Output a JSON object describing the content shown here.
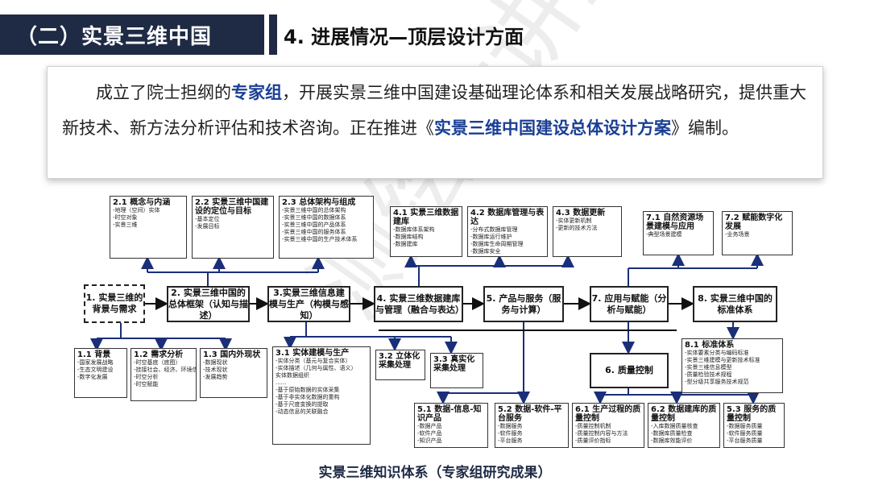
{
  "header": {
    "section": "（二）实景三维中国",
    "subtitle": "4. 进展情况—顶层设计方面"
  },
  "intro": {
    "p1": "成立了院士担纲的",
    "h1": "专家组",
    "p2": "，开展实景三维中国建设基础理论体系和相关发展战略研究，提供重大新技术、新方法分析评估和技术咨询。正在推进《",
    "h2": "实景三维中国建设总体设计方案",
    "p3": "》编制。"
  },
  "watermark": "测绘大讲堂",
  "main": [
    {
      "id": "m1",
      "label": "1. 实景三维的背景与需求"
    },
    {
      "id": "m2",
      "label": "2. 实景三维中国的总体框架（认知与描述）"
    },
    {
      "id": "m3",
      "label": "3.实景三维信息建模与生产（构模与感知）"
    },
    {
      "id": "m4",
      "label": "4. 实景三维数据建库与管理（融合与表达）"
    },
    {
      "id": "m5",
      "label": "5. 产品与服务（服务与计算）"
    },
    {
      "id": "m7",
      "label": "7. 应用与赋能（分析与赋能）"
    },
    {
      "id": "m8",
      "label": "8. 实景三维中国的标准体系"
    },
    {
      "id": "m6",
      "label": "6. 质量控制"
    }
  ],
  "top_boxes": [
    {
      "title": "2.1 概念与内涵",
      "items": [
        "-地理（空间）实体",
        "-时空对象",
        "-实景三维"
      ]
    },
    {
      "title": "2.2 实景三维中国建设的定位与目标",
      "items": [
        "-基本定位",
        "-发展目标"
      ]
    },
    {
      "title": "2.3 总体架构与组成",
      "items": [
        "-实景三维中国的总体架构",
        "-实景三维中国的数据体系",
        "-实景三维中国的产品体系",
        "-实景三维中国的服务体系",
        "-实景三维中国的生产技术体系"
      ]
    },
    {
      "title": "4.1 实景三维数据建库",
      "items": [
        "-数据库体系架构",
        "-数据库结构",
        "-数据建库"
      ]
    },
    {
      "title": "4.2 数据库管理与表达",
      "items": [
        "-分布式数据库管理",
        "-数据库运行维护",
        "-数据库生命周期管理",
        "-数据库安全"
      ]
    },
    {
      "title": "4.3 数据更新",
      "items": [
        "-实体更新机制",
        "-更新的技术方法"
      ]
    },
    {
      "title": "7.1 自然资源场景建模与应用",
      "items": [
        "-典型场景建模"
      ]
    },
    {
      "title": "7.2 赋能数字化发展",
      "items": [
        "-业务场景"
      ]
    }
  ],
  "bottom_boxes": [
    {
      "title": "1.1 背景",
      "items": [
        "-国家发展战略",
        "-生态文明建设",
        "-数字化发展"
      ]
    },
    {
      "title": "1.2 需求分析",
      "items": [
        "-时空基底（底图）",
        "-挂接社会、经济、环境信息",
        "-时空分析",
        "-时空赋能"
      ]
    },
    {
      "title": "1.3 国内外现状",
      "items": [
        "-数据现状",
        "-技术现状",
        "-发展趋势"
      ]
    },
    {
      "title": "3.1 实体建模与生产",
      "items": [
        "-实体分类（基元与复合实体）",
        "-实体描述（几何与属性、语义）",
        "  实体数据组织",
        "  ......",
        "-基于原始数据的实体采集",
        "-基于非实体化数据的重构",
        "-基于尺度变换的提取",
        "-动态信息的关联融合"
      ]
    },
    {
      "title": "3.2 立体化采集处理",
      "items": []
    },
    {
      "title": "3.3 真实化采集处理",
      "items": []
    },
    {
      "title": "8.1 标准体系",
      "items": [
        "-实体要素分类与编码标准",
        "-实景三维建模与更新技术标准",
        "-实景三维信息模型",
        "-质量检验技术规程",
        "-型分级共享服务技术规范"
      ]
    },
    {
      "title": "5.1 数据-信息-知识产品",
      "items": [
        "-数据产品",
        "-软件产品",
        "-知识产品"
      ]
    },
    {
      "title": "5.2 数据-软件-平台服务",
      "items": [
        "-数据服务",
        "-软件服务",
        "-平台服务"
      ]
    },
    {
      "title": "6.1 生产过程的质量控制",
      "items": [
        "-质量控制机制",
        "-质量控制内容与方法",
        "-质量评价指标"
      ]
    },
    {
      "title": "6.2 数据建库的质量控制",
      "items": [
        "-入库数据质量核查",
        "-数据库质量检查",
        "-数据库效能评价"
      ]
    },
    {
      "title": "5.3 服务的质量控制",
      "items": [
        "-数据服务质量",
        "-软件服务质量",
        "-平台服务质量"
      ]
    }
  ],
  "caption": "实景三维知识体系（专家组研究成果）"
}
